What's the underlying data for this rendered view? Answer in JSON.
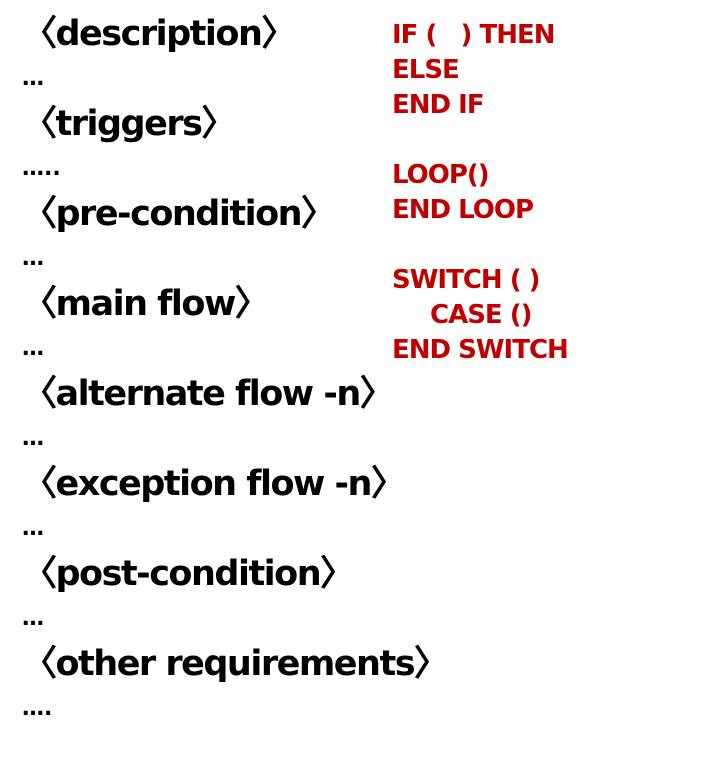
{
  "template_sections": [
    {
      "heading": "〈description〉",
      "body": "…"
    },
    {
      "heading": "〈triggers〉",
      "body": "….."
    },
    {
      "heading": "〈pre-condition〉",
      "body": "…"
    },
    {
      "heading": "〈main flow〉",
      "body": "…"
    },
    {
      "heading": "〈alternate flow -n〉",
      "body": "…"
    },
    {
      "heading": "〈exception flow -n〉",
      "body": "…"
    },
    {
      "heading": "〈post-condition〉",
      "body": "…"
    },
    {
      "heading": "〈other requirements〉",
      "body": "….",
      "last": true
    }
  ],
  "control_keywords": {
    "if_block": [
      "IF (   ) THEN",
      "ELSE",
      "END IF"
    ],
    "loop_block": [
      "LOOP()",
      "END LOOP"
    ],
    "switch_block": [
      "SWITCH ( )",
      "CASE ()",
      "END SWITCH"
    ]
  },
  "colors": {
    "heading_text": "#000000",
    "keyword_text": "#c00000",
    "background": "#ffffff"
  }
}
